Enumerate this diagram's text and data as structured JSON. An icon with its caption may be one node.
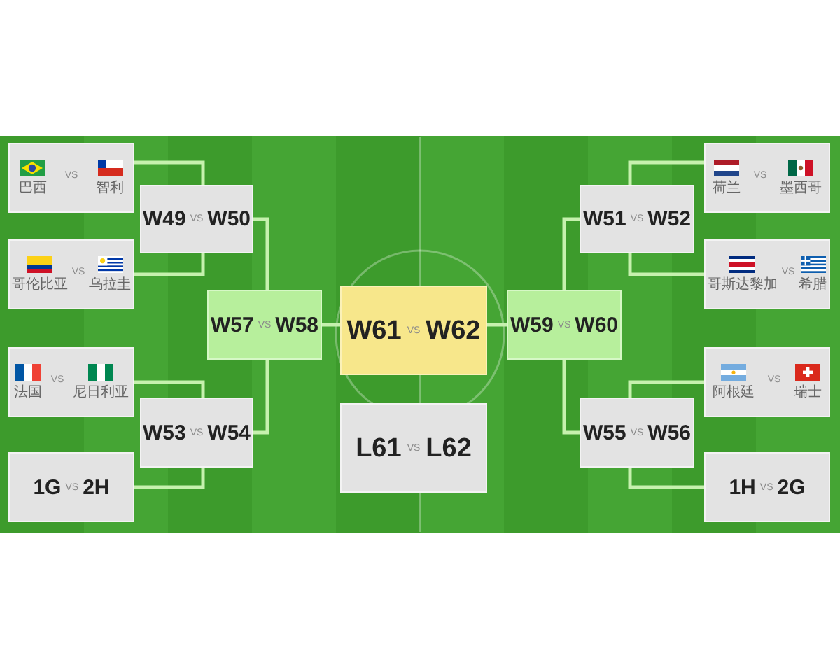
{
  "diagram": {
    "nodes": [
      {
        "text": [
          "巴西",
          "VS",
          "智利"
        ]
      },
      {
        "text": [
          "哥伦比亚",
          "VS",
          "乌拉圭"
        ]
      },
      {
        "text": [
          "法国",
          "VS",
          "尼日利亚"
        ]
      },
      {
        "text": [
          "1G",
          "VS",
          "2H"
        ]
      },
      {
        "text": [
          "W49",
          "VS",
          "W50"
        ]
      },
      {
        "text": [
          "W53",
          "VS",
          "W54"
        ]
      },
      {
        "text": [
          "W57",
          "VS",
          "W58"
        ]
      },
      {
        "text": [
          "W61",
          "VS",
          "W62"
        ]
      },
      {
        "text": [
          "L61",
          "VS",
          "L62"
        ]
      },
      {
        "text": [
          "W59",
          "VS",
          "W60"
        ]
      },
      {
        "text": [
          "W51",
          "VS",
          "W52"
        ]
      },
      {
        "text": [
          "W55",
          "VS",
          "W56"
        ]
      },
      {
        "text": [
          "荷兰",
          "VS",
          "墨西哥"
        ]
      },
      {
        "text": [
          "哥斯达黎加",
          "VS",
          "希腊"
        ]
      },
      {
        "text": [
          "阿根廷",
          "VS",
          "瑞士"
        ]
      },
      {
        "text": [
          "1H",
          "VS",
          "2G"
        ]
      }
    ],
    "edges": [
      {
        "from": 0,
        "to": 4,
        "arrow": "none"
      },
      {
        "from": 1,
        "to": 4,
        "arrow": "none"
      },
      {
        "from": 2,
        "to": 5,
        "arrow": "none"
      },
      {
        "from": 3,
        "to": 5,
        "arrow": "none"
      },
      {
        "from": 4,
        "to": 6,
        "arrow": "none"
      },
      {
        "from": 5,
        "to": 6,
        "arrow": "none"
      },
      {
        "from": 6,
        "to": 7,
        "arrow": "none"
      },
      {
        "from": 9,
        "to": 7,
        "arrow": "none"
      },
      {
        "from": 10,
        "to": 9,
        "arrow": "none"
      },
      {
        "from": 11,
        "to": 9,
        "arrow": "none"
      },
      {
        "from": 12,
        "to": 10,
        "arrow": "none"
      },
      {
        "from": 13,
        "to": 10,
        "arrow": "none"
      },
      {
        "from": 14,
        "to": 11,
        "arrow": "none"
      },
      {
        "from": 15,
        "to": 11,
        "arrow": "none"
      }
    ]
  }
}
